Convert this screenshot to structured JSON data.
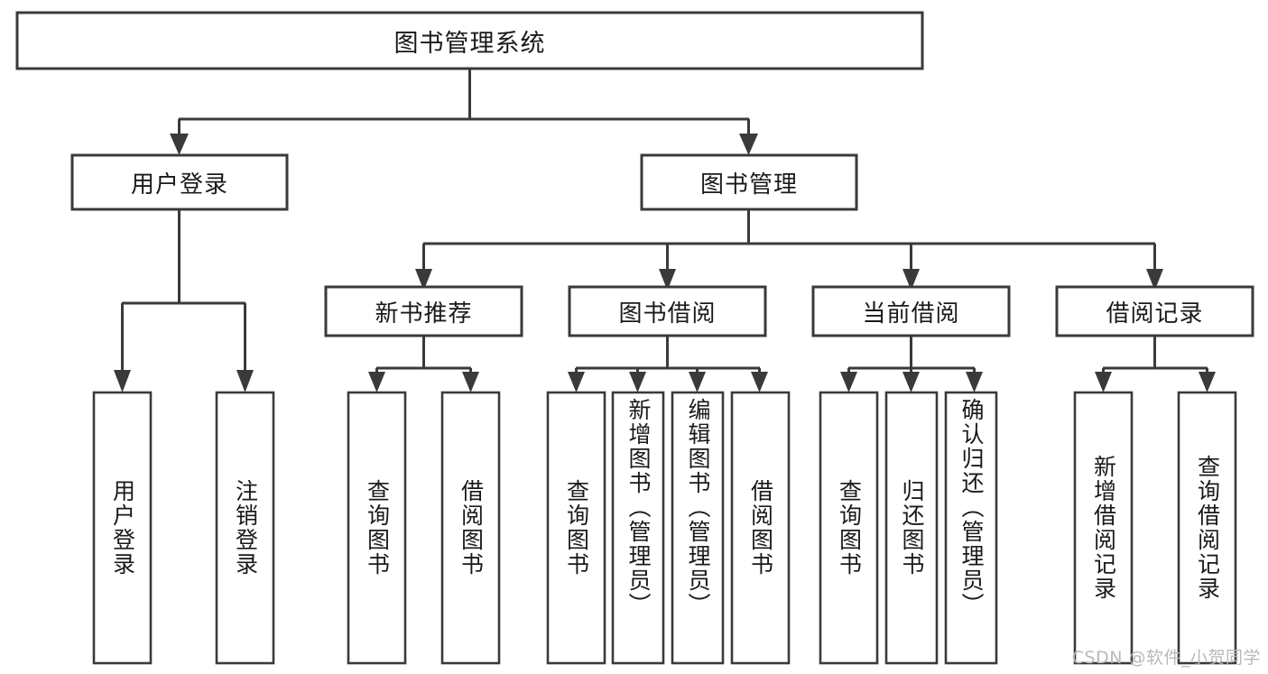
{
  "diagram": {
    "type": "tree",
    "orientation": "top-down",
    "title": "图书管理系统",
    "root": {
      "id": "root",
      "label": "图书管理系统"
    },
    "level2": [
      {
        "id": "user-login",
        "label": "用户登录"
      },
      {
        "id": "book-manage",
        "label": "图书管理"
      }
    ],
    "level3": [
      {
        "id": "new-book-recommend",
        "label": "新书推荐",
        "parent": "book-manage"
      },
      {
        "id": "book-borrow",
        "label": "图书借阅",
        "parent": "book-manage"
      },
      {
        "id": "current-borrow",
        "label": "当前借阅",
        "parent": "book-manage"
      },
      {
        "id": "borrow-record",
        "label": "借阅记录",
        "parent": "book-manage"
      }
    ],
    "leaves": [
      {
        "id": "leaf-user-login",
        "label": "用户登录",
        "parent": "user-login"
      },
      {
        "id": "leaf-user-logout",
        "label": "注销登录",
        "parent": "user-login"
      },
      {
        "id": "leaf-query-book-1",
        "label": "查询图书",
        "parent": "new-book-recommend"
      },
      {
        "id": "leaf-borrow-book-1",
        "label": "借阅图书",
        "parent": "new-book-recommend"
      },
      {
        "id": "leaf-query-book-2",
        "label": "查询图书",
        "parent": "book-borrow"
      },
      {
        "id": "leaf-add-book",
        "label": "新增图书（管理员）",
        "parent": "book-borrow"
      },
      {
        "id": "leaf-edit-book",
        "label": "编辑图书（管理员）",
        "parent": "book-borrow"
      },
      {
        "id": "leaf-borrow-book-2",
        "label": "借阅图书",
        "parent": "book-borrow"
      },
      {
        "id": "leaf-query-book-3",
        "label": "查询图书",
        "parent": "current-borrow"
      },
      {
        "id": "leaf-return-book",
        "label": "归还图书",
        "parent": "current-borrow"
      },
      {
        "id": "leaf-confirm-return",
        "label": "确认归还（管理员）",
        "parent": "current-borrow"
      },
      {
        "id": "leaf-add-record",
        "label": "新增借阅记录",
        "parent": "borrow-record"
      },
      {
        "id": "leaf-query-record",
        "label": "查询借阅记录",
        "parent": "borrow-record"
      }
    ]
  },
  "colors": {
    "stroke": "#3a3a3a",
    "fill": "#ffffff",
    "text": "#1a1a1a",
    "watermark": "#b9b9b9"
  },
  "watermark": {
    "text": "CSDN @软件_小贺同学"
  }
}
